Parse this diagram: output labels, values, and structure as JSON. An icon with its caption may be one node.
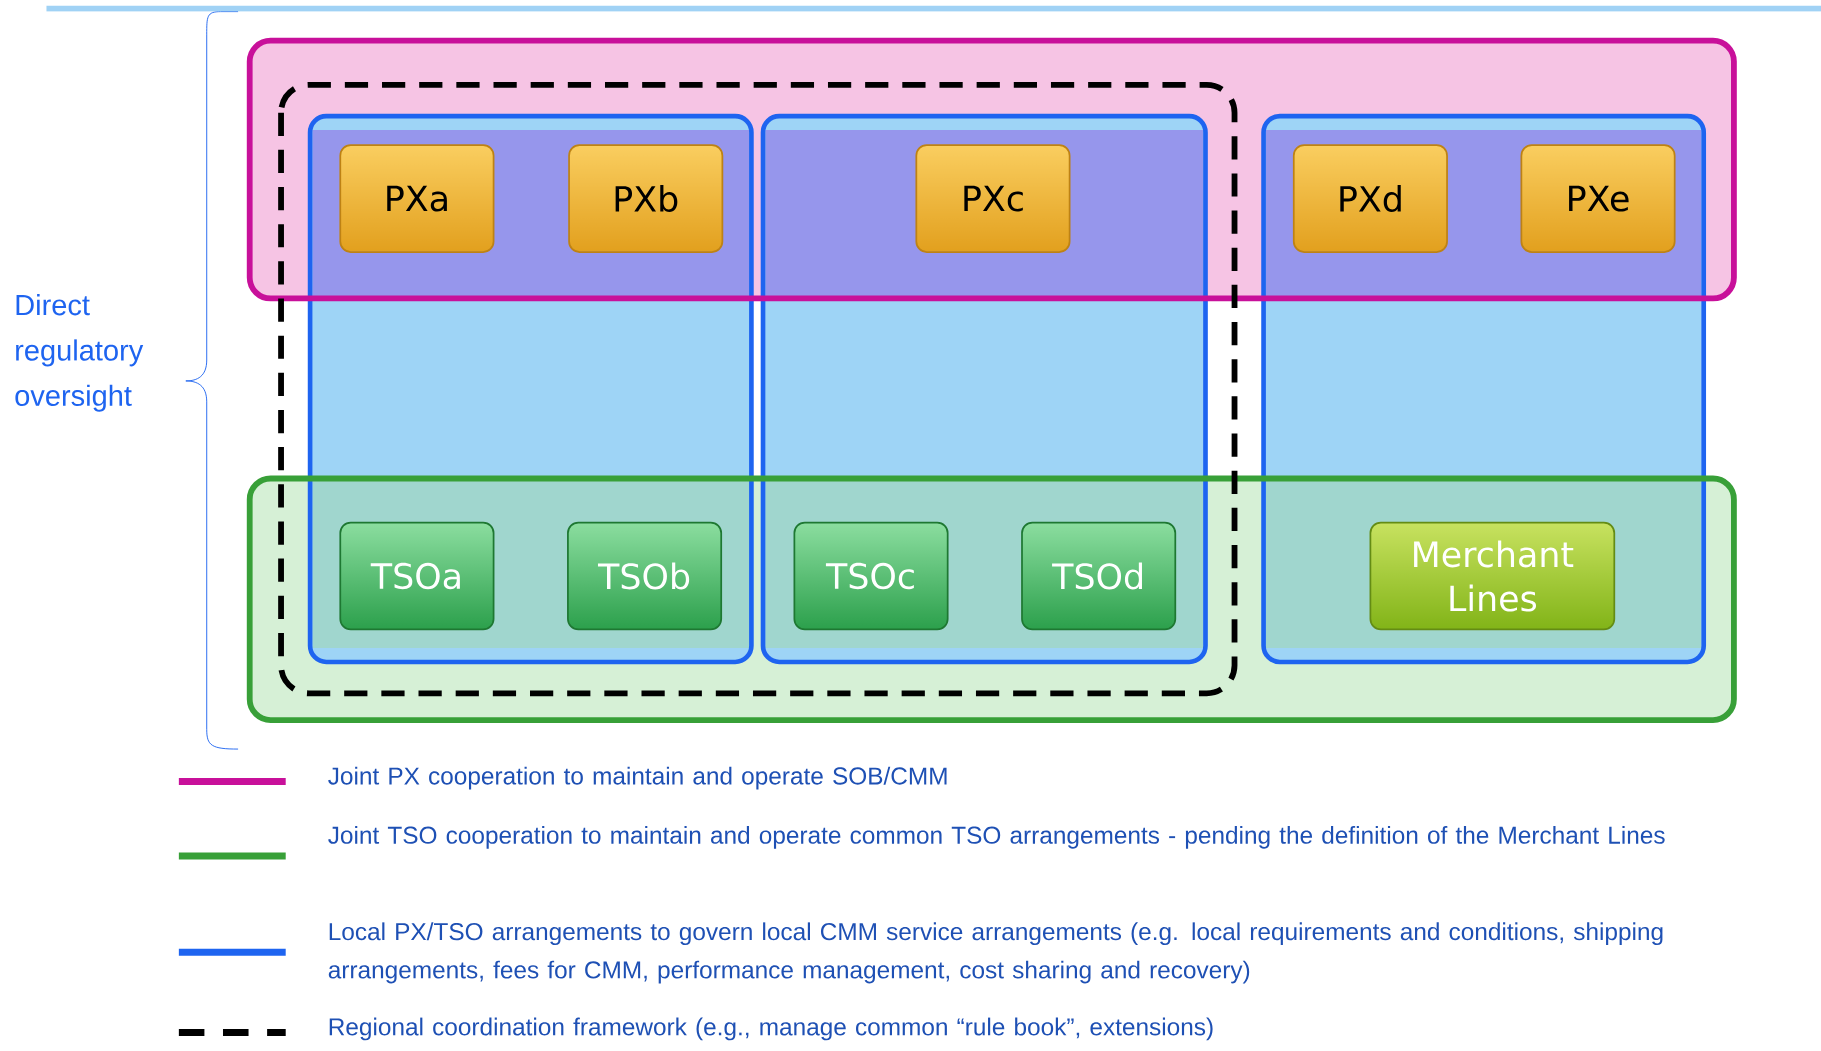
{
  "diagram": {
    "nodes": [
      {
        "text": [
          "PXa"
        ]
      },
      {
        "text": [
          "PXb"
        ]
      },
      {
        "text": [
          "PXc"
        ]
      },
      {
        "text": [
          "PXd"
        ]
      },
      {
        "text": [
          "PXe"
        ]
      },
      {
        "text": [
          "TSOa"
        ]
      },
      {
        "text": [
          "TSOb"
        ]
      },
      {
        "text": [
          "TSOc"
        ]
      },
      {
        "text": [
          "TSOd"
        ]
      },
      {
        "text": [
          "Merchant Lines"
        ]
      }
    ],
    "labels": [
      "Direct regulatory oversight"
    ],
    "legend": [
      {
        "text": "Joint PX cooperation to maintain and operate SOB/CMM"
      },
      {
        "text": "Joint TSO cooperation to maintain and operate common TSO arrangements - pending the definition of the Merchant Lines"
      },
      {
        "text": "Local PX/TSO arrangements to govern local CMM service arrangements (e.g. local requirements and conditions, shipping arrangements, fees for CMM, performance management, cost sharing and recovery)"
      },
      {
        "text": "Regional coordination framework (e.g., manage common “rule book”, extensions)"
      }
    ]
  }
}
